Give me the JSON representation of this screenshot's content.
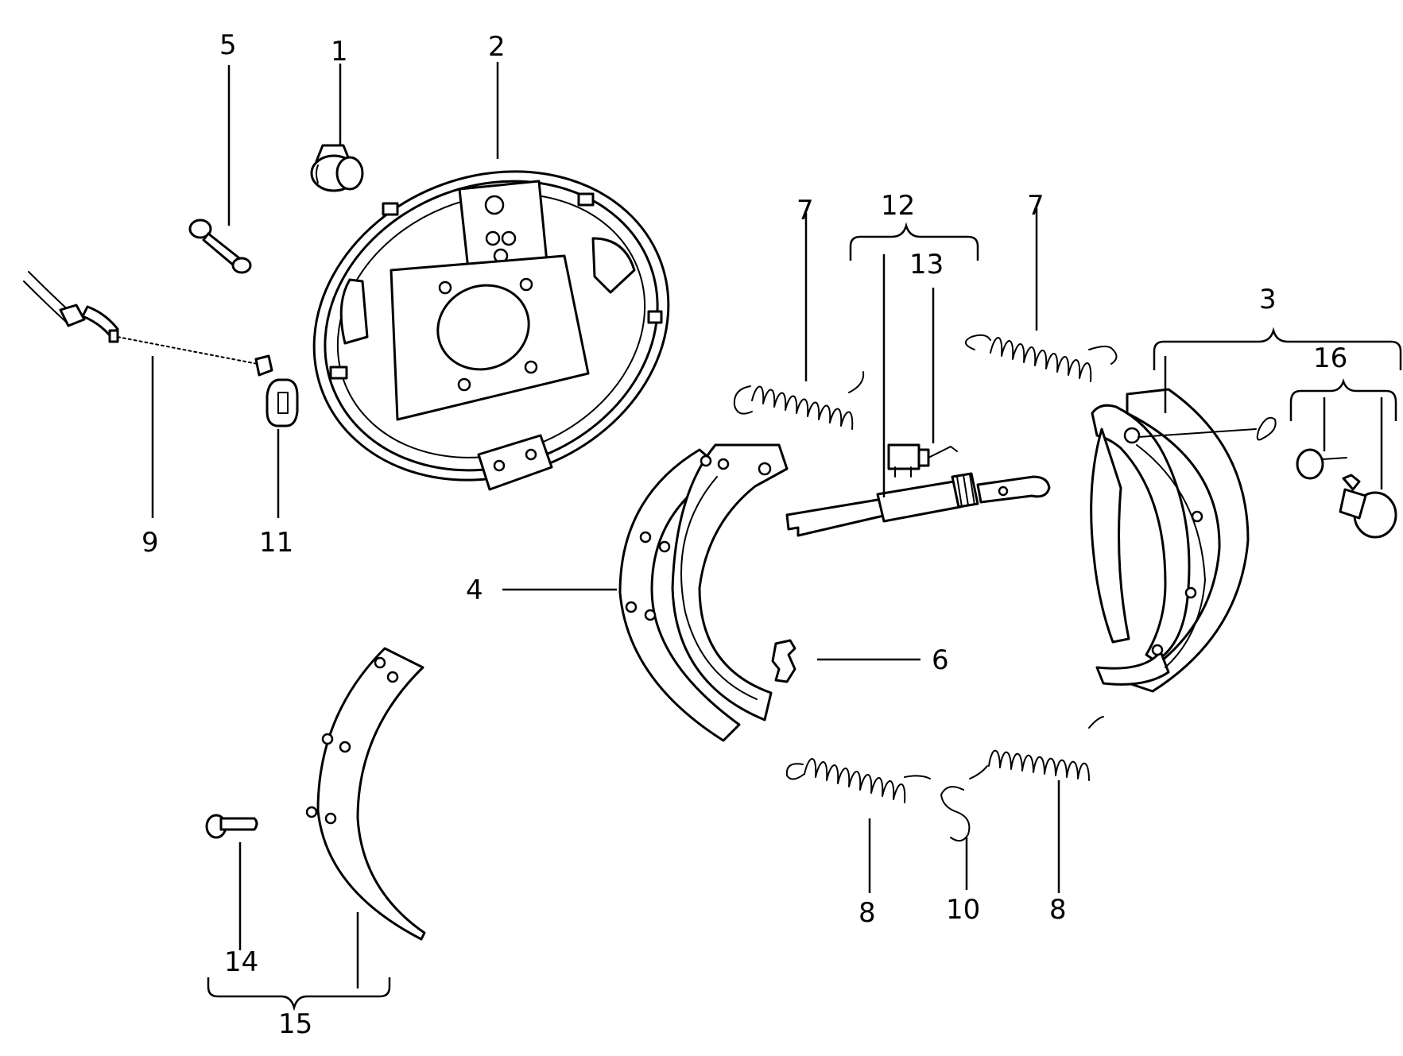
{
  "callouts": {
    "c1": "1",
    "c2": "2",
    "c3": "3",
    "c4": "4",
    "c5": "5",
    "c6": "6",
    "c7a": "7",
    "c7b": "7",
    "c8a": "8",
    "c8b": "8",
    "c9": "9",
    "c10": "10",
    "c11": "11",
    "c12": "12",
    "c13": "13",
    "c14": "14",
    "c15": "15",
    "c16": "16"
  },
  "colors": {
    "ink": "#000000",
    "paper": "#ffffff"
  }
}
